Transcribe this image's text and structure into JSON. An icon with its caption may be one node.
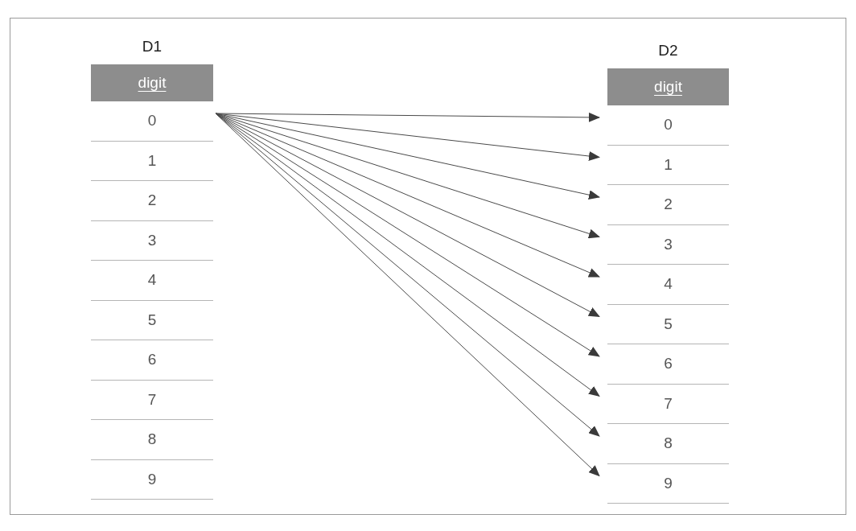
{
  "diagram": {
    "nodes": [
      {
        "text": [
          "D1",
          "digit"
        ]
      },
      {
        "text": [
          "0"
        ],
        "in": 0
      },
      {
        "text": [
          "1"
        ],
        "in": 0
      },
      {
        "text": [
          "2"
        ],
        "in": 0
      },
      {
        "text": [
          "3"
        ],
        "in": 0
      },
      {
        "text": [
          "4"
        ],
        "in": 0
      },
      {
        "text": [
          "5"
        ],
        "in": 0
      },
      {
        "text": [
          "6"
        ],
        "in": 0
      },
      {
        "text": [
          "7"
        ],
        "in": 0
      },
      {
        "text": [
          "8"
        ],
        "in": 0
      },
      {
        "text": [
          "9"
        ],
        "in": 0
      },
      {
        "text": [
          "D2",
          "digit"
        ]
      },
      {
        "text": [
          "0"
        ],
        "in": 11
      },
      {
        "text": [
          "1"
        ],
        "in": 11
      },
      {
        "text": [
          "2"
        ],
        "in": 11
      },
      {
        "text": [
          "3"
        ],
        "in": 11
      },
      {
        "text": [
          "4"
        ],
        "in": 11
      },
      {
        "text": [
          "5"
        ],
        "in": 11
      },
      {
        "text": [
          "6"
        ],
        "in": 11
      },
      {
        "text": [
          "7"
        ],
        "in": 11
      },
      {
        "text": [
          "8"
        ],
        "in": 11
      },
      {
        "text": [
          "9"
        ],
        "in": 11
      }
    ],
    "edges": [
      {
        "from": 1,
        "to": 12,
        "arrow": "to"
      },
      {
        "from": 1,
        "to": 13,
        "arrow": "to"
      },
      {
        "from": 1,
        "to": 14,
        "arrow": "to"
      },
      {
        "from": 1,
        "to": 15,
        "arrow": "to"
      },
      {
        "from": 1,
        "to": 16,
        "arrow": "to"
      },
      {
        "from": 1,
        "to": 17,
        "arrow": "to"
      },
      {
        "from": 1,
        "to": 18,
        "arrow": "to"
      },
      {
        "from": 1,
        "to": 19,
        "arrow": "to"
      },
      {
        "from": 1,
        "to": 20,
        "arrow": "to"
      },
      {
        "from": 1,
        "to": 21,
        "arrow": "to"
      }
    ]
  }
}
